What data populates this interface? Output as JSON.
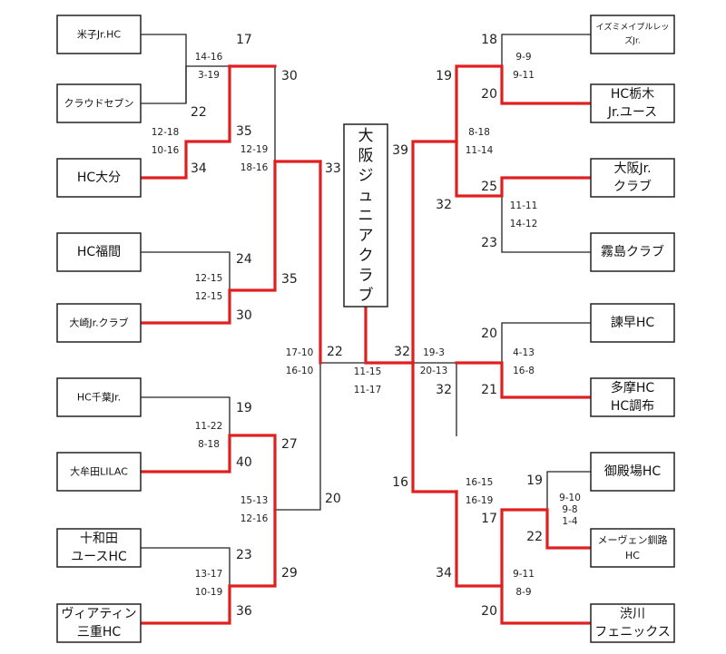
{
  "colors": {
    "winner_path": "#e02020",
    "line": "#222222",
    "box_border": "#222222"
  },
  "champion": {
    "label": "大阪ジュニアクラブ"
  },
  "left_teams": [
    {
      "id": "yone",
      "lines": [
        "米子Jr.HC"
      ]
    },
    {
      "id": "cloud",
      "lines": [
        "クラウドセブン"
      ]
    },
    {
      "id": "oita",
      "lines": [
        "HC大分"
      ]
    },
    {
      "id": "fuku",
      "lines": [
        "HC福間"
      ]
    },
    {
      "id": "osaki",
      "lines": [
        "大崎Jr.クラブ"
      ]
    },
    {
      "id": "chiba",
      "lines": [
        "HC千葉Jr."
      ]
    },
    {
      "id": "omuta",
      "lines": [
        "大牟田LILAC"
      ]
    },
    {
      "id": "towa",
      "lines": [
        "十和田",
        "ユースHC"
      ]
    },
    {
      "id": "via",
      "lines": [
        "ヴィアティン",
        "三重HC"
      ]
    }
  ],
  "right_teams": [
    {
      "id": "izumi",
      "lines": [
        "イズミメイプルレッ",
        "ズJr."
      ]
    },
    {
      "id": "tochi",
      "lines": [
        "HC栃木",
        "Jr.ユース"
      ]
    },
    {
      "id": "osakajr",
      "lines": [
        "大阪Jr.",
        "クラブ"
      ]
    },
    {
      "id": "kiri",
      "lines": [
        "霧島クラブ"
      ]
    },
    {
      "id": "isa",
      "lines": [
        "諫早HC"
      ]
    },
    {
      "id": "tama",
      "lines": [
        "多摩HC",
        "HC調布"
      ]
    },
    {
      "id": "goten",
      "lines": [
        "御殿場HC"
      ]
    },
    {
      "id": "mev",
      "lines": [
        "メーヴェン釧路",
        "HC"
      ]
    },
    {
      "id": "shibu",
      "lines": [
        "渋川",
        "フェニックス"
      ]
    }
  ],
  "scores": {
    "L1_yone": "17",
    "L1_cloud": "22",
    "L1_fuku": "24",
    "L1_chiba": "19",
    "L1_towa": "23",
    "L1_oita": "34",
    "L1_osaki": "30",
    "L1_omuta": "40",
    "L1_via": "36",
    "L2_yone": "30",
    "L2_oita": "35",
    "L2_fuku": "35",
    "L2_omuta": "27",
    "L2_via": "29",
    "L3_top": "33",
    "L3_bottom": "20",
    "L4": "22",
    "R1_izumi": "18",
    "R1_tochi": "20",
    "R1_osakajr": "25",
    "R1_kiri": "23",
    "R1_isa": "20",
    "R1_tama": "21",
    "R1_goten": "19",
    "R1_mev": "22",
    "R1_shibu": "20",
    "R2_tochi": "19",
    "R2_osakajr": "32",
    "R2_tama": "32",
    "R2_mev": "17",
    "R2_shibu": "34",
    "R3_top": "39",
    "R3_bottom": "16",
    "R4": "32"
  },
  "sets": {
    "yone_cloud": [
      "14-16",
      "3-19"
    ],
    "s_oita": [
      "12-18",
      "10-16"
    ],
    "s_sf_left_top": [
      "12-19",
      "18-16"
    ],
    "s_fuku": [
      "12-15",
      "12-15"
    ],
    "s_chiba": [
      "11-22",
      "8-18"
    ],
    "s_omuta_towa": [
      "15-13",
      "12-16"
    ],
    "s_towa": [
      "13-17",
      "10-19"
    ],
    "s_left_final": [
      "17-10",
      "16-10"
    ],
    "s_final": [
      "11-15",
      "11-17"
    ],
    "s_izumi": [
      "9-9",
      "9-11"
    ],
    "s_sf_right_top": [
      "8-18",
      "11-14"
    ],
    "s_osakajr": [
      "11-11",
      "14-12"
    ],
    "s_right_final": [
      "19-3",
      "20-13"
    ],
    "s_isa": [
      "4-13",
      "16-8"
    ],
    "s_sf_right_bottom": [
      "16-15",
      "16-19"
    ],
    "s_goten": [
      "9-10",
      "9-8",
      "1-4"
    ],
    "s_shibu": [
      "9-11",
      "8-9"
    ]
  }
}
